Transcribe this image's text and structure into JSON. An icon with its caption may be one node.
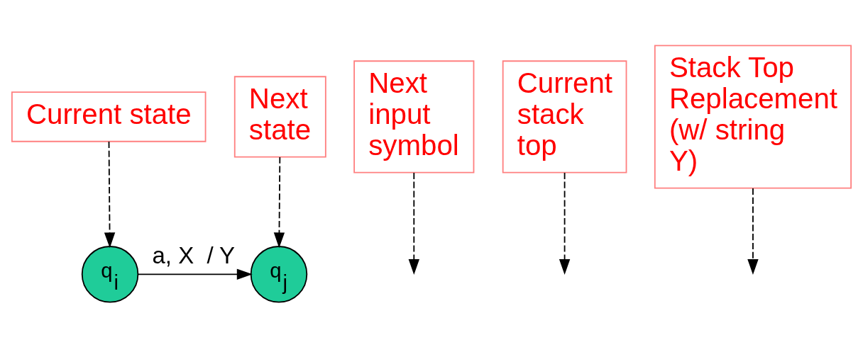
{
  "diagram": {
    "nodes": [
      {
        "text": [
          "Current state"
        ]
      },
      {
        "text": [
          "Next input symbol"
        ]
      },
      {
        "text": [
          "Current stack top"
        ]
      },
      {
        "text": [
          "Stack Top Replacement (w/ string Y)"
        ]
      },
      {
        "text": [
          "Next state"
        ]
      },
      {
        "text": [
          "q$_{i}$"
        ]
      },
      {
        "text": [
          "q$_{j}$"
        ]
      }
    ],
    "edges": [
      {
        "from": 5,
        "to": 6,
        "arrow": "to",
        "label": "a, X  / Y"
      },
      {
        "from": 0,
        "to": 5,
        "arrow": "to",
        "style": "dashed"
      },
      {
        "from": 1,
        "to": null,
        "arrow": "to",
        "style": "dashed"
      },
      {
        "from": 2,
        "to": null,
        "arrow": "to",
        "style": "dashed"
      },
      {
        "from": 3,
        "to": null,
        "arrow": "to",
        "style": "dashed"
      },
      {
        "from": 4,
        "to": 6,
        "arrow": "to",
        "style": "dashed"
      }
    ]
  }
}
